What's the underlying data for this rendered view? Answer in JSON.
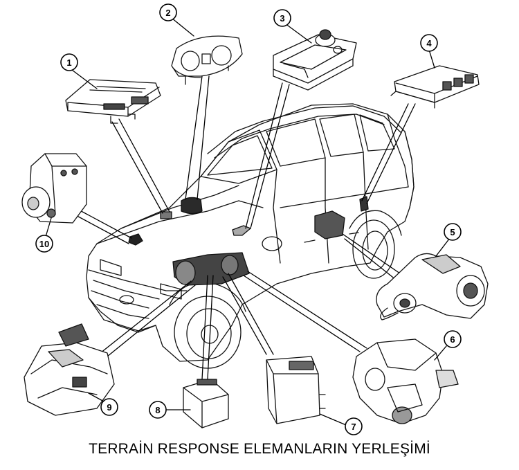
{
  "caption": "TERRAİN RESPONSE ELEMANLARIN YERLEŞİMİ",
  "callouts": [
    "1",
    "2",
    "3",
    "4",
    "5",
    "6",
    "7",
    "8",
    "9",
    "10"
  ]
}
